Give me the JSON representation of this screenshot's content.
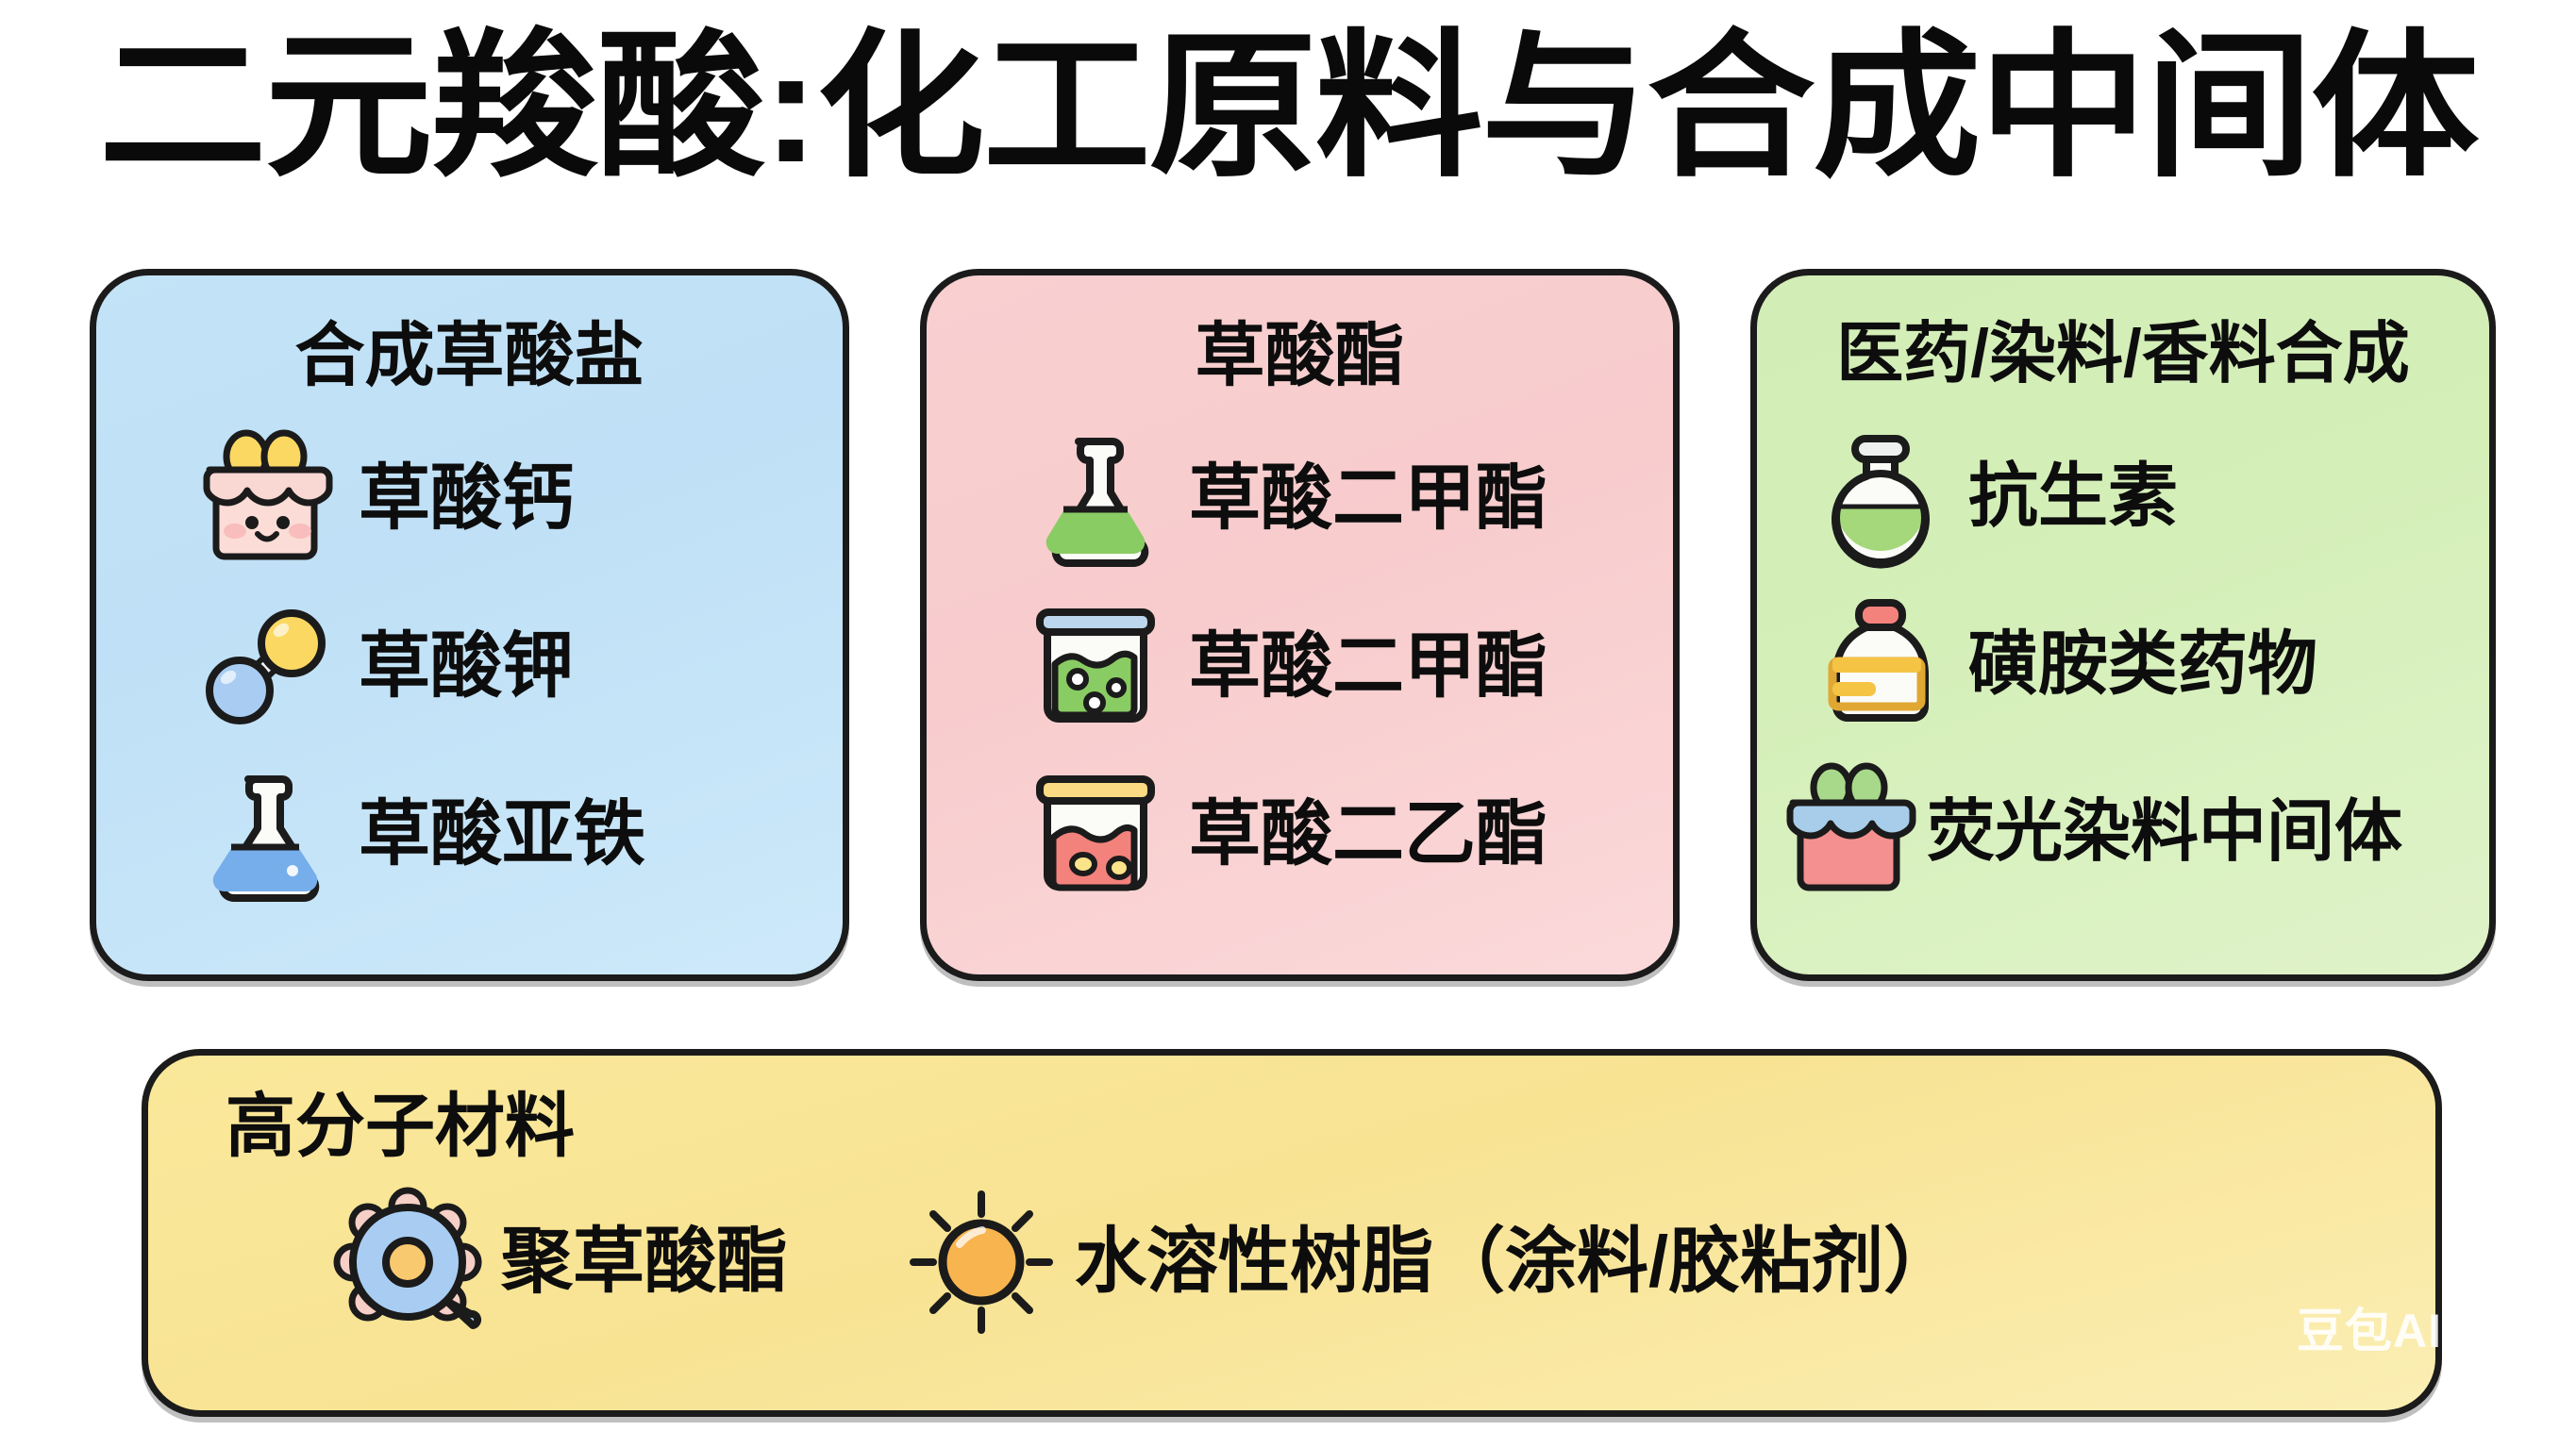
{
  "title": "二元羧酸:化工原料与合成中间体",
  "watermark": "豆包AI生成",
  "colors": {
    "card_blue": "#c3e3f7",
    "card_pink": "#f9cfd0",
    "card_green": "#d2edb6",
    "card_yellow": "#fae89a",
    "outline": "#1b1b1b",
    "text": "#0d0d0d"
  },
  "cards": [
    {
      "id": "salts",
      "title": "合成草酸盐",
      "accent": "#c3e3f7",
      "items": [
        {
          "label": "草酸钙",
          "icon": "gift-box-face-icon"
        },
        {
          "label": "草酸钾",
          "icon": "molecule-icon"
        },
        {
          "label": "草酸亚铁",
          "icon": "erlenmeyer-flask-blue-icon"
        }
      ]
    },
    {
      "id": "esters",
      "title": "草酸酯",
      "accent": "#f9cfd0",
      "items": [
        {
          "label": "草酸二甲酯",
          "icon": "erlenmeyer-flask-green-icon"
        },
        {
          "label": "草酸二甲酯",
          "icon": "jar-green-icon"
        },
        {
          "label": "草酸二乙酯",
          "icon": "jar-red-icon"
        }
      ]
    },
    {
      "id": "pharma",
      "title": "医药/染料/香料合成",
      "accent": "#d2edb6",
      "items": [
        {
          "label": "抗生素",
          "icon": "round-flask-green-icon"
        },
        {
          "label": "磺胺类药物",
          "icon": "medicine-bottle-icon"
        },
        {
          "label": "荧光染料中间体",
          "icon": "sprout-box-icon"
        }
      ]
    }
  ],
  "polymer_card": {
    "id": "polymer",
    "title": "高分子材料",
    "accent": "#fae89a",
    "items": [
      {
        "label": "聚草酸酯",
        "icon": "polymer-cluster-icon"
      },
      {
        "label": "水溶性树脂（涂料/胶粘剂）",
        "icon": "sun-icon"
      }
    ]
  }
}
